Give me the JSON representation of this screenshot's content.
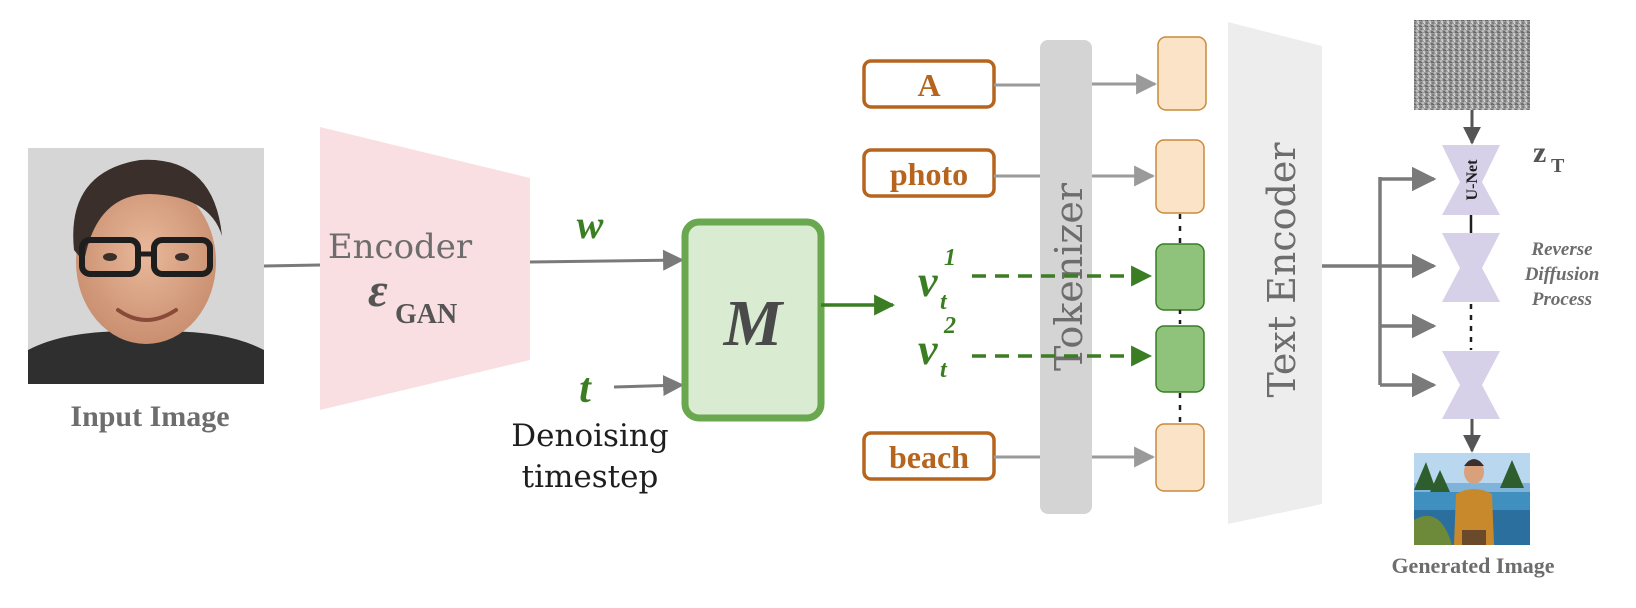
{
  "colors": {
    "gray_text": "#6d6d6d",
    "green": "#3a7d22",
    "green_dark": "#2f6b1a",
    "green_box_fill": "#d9ecd2",
    "green_box_stroke": "#6aa84f",
    "orange": "#b5651d",
    "peach": "#fbe3c8",
    "peach_stroke": "#c98a3a",
    "pink": "#f9dfe2",
    "light_gray": "#d4d4d4",
    "lighter_gray": "#ededed",
    "lavender": "#d6d0e8",
    "arrow": "#7a7a7a"
  },
  "input": {
    "label": "Input Image",
    "icon": "face-photo-icon"
  },
  "encoder": {
    "label": "Encoder",
    "symbol": "ε",
    "subscript": "GAN"
  },
  "mapper": {
    "w_label": "w",
    "t_label": "t",
    "m_label": "M",
    "denoising_line1": "Denoising",
    "denoising_line2": "timestep"
  },
  "tokens": {
    "word1": "A",
    "word2": "photo",
    "word3": "beach",
    "v_symbol": "v",
    "v_sub": "t",
    "v1_sup": "1",
    "v2_sup": "2"
  },
  "tokenizer": {
    "label": "Tokenizer"
  },
  "text_encoder": {
    "label": "Text  Encoder"
  },
  "diffusion": {
    "noise_icon": "noise-image-icon",
    "unet_label": "U-Net",
    "z_label": "z",
    "z_sub": "T",
    "reverse_line1": "Reverse",
    "reverse_line2": "Diffusion",
    "reverse_line3": "Process",
    "output_label": "Generated Image",
    "output_icon": "beach-photo-icon"
  }
}
